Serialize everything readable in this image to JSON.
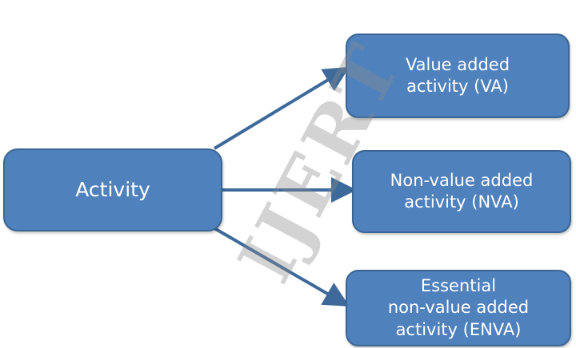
{
  "diagram": {
    "root": {
      "label": "Activity"
    },
    "children": [
      {
        "id": "va",
        "lines": [
          "Value added",
          "activity (VA)"
        ]
      },
      {
        "id": "nva",
        "lines": [
          "Non-value added",
          "activity (NVA)"
        ]
      },
      {
        "id": "enva",
        "lines": [
          "Essential",
          "non-value added",
          "activity (ENVA)"
        ]
      }
    ],
    "watermark": "IJERT"
  },
  "colors": {
    "box_fill": "#4f81bd",
    "box_border": "#3a6593",
    "connector": "#3d6a9a",
    "text": "#ffffff"
  }
}
